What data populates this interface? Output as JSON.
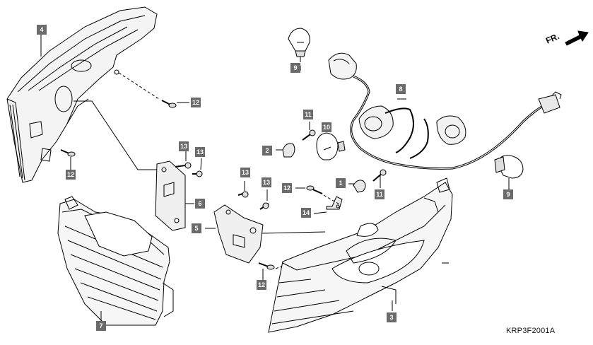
{
  "diagram_code": "KRP3F2001A",
  "direction_label": "FR.",
  "colors": {
    "callout_bg": "#6b6b6b",
    "callout_text": "#ffffff",
    "line": "#000000"
  },
  "callouts": [
    {
      "id": "c4",
      "label": "4",
      "part": "rear-combination-lamp-housing"
    },
    {
      "id": "c12a",
      "label": "12",
      "part": "screw"
    },
    {
      "id": "c12b",
      "label": "12",
      "part": "screw"
    },
    {
      "id": "c13a",
      "label": "13",
      "part": "screw"
    },
    {
      "id": "c13b",
      "label": "13",
      "part": "screw"
    },
    {
      "id": "c6",
      "label": "6",
      "part": "bracket"
    },
    {
      "id": "c7",
      "label": "7",
      "part": "lens"
    },
    {
      "id": "c9a",
      "label": "9",
      "part": "bulb"
    },
    {
      "id": "c8",
      "label": "8",
      "part": "wire-harness"
    },
    {
      "id": "c11a",
      "label": "11",
      "part": "screw"
    },
    {
      "id": "c10",
      "label": "10",
      "part": "bulb"
    },
    {
      "id": "c2",
      "label": "2",
      "part": "clamp"
    },
    {
      "id": "c9b",
      "label": "9",
      "part": "bulb"
    },
    {
      "id": "c13c",
      "label": "13",
      "part": "screw"
    },
    {
      "id": "c13d",
      "label": "13",
      "part": "screw"
    },
    {
      "id": "c12c",
      "label": "12",
      "part": "screw"
    },
    {
      "id": "c1",
      "label": "1",
      "part": "clamp"
    },
    {
      "id": "c11b",
      "label": "11",
      "part": "screw"
    },
    {
      "id": "c14",
      "label": "14",
      "part": "clamp"
    },
    {
      "id": "c5",
      "label": "5",
      "part": "bracket"
    },
    {
      "id": "c12d",
      "label": "12",
      "part": "screw"
    },
    {
      "id": "c3",
      "label": "3",
      "part": "lamp-assembly"
    }
  ]
}
